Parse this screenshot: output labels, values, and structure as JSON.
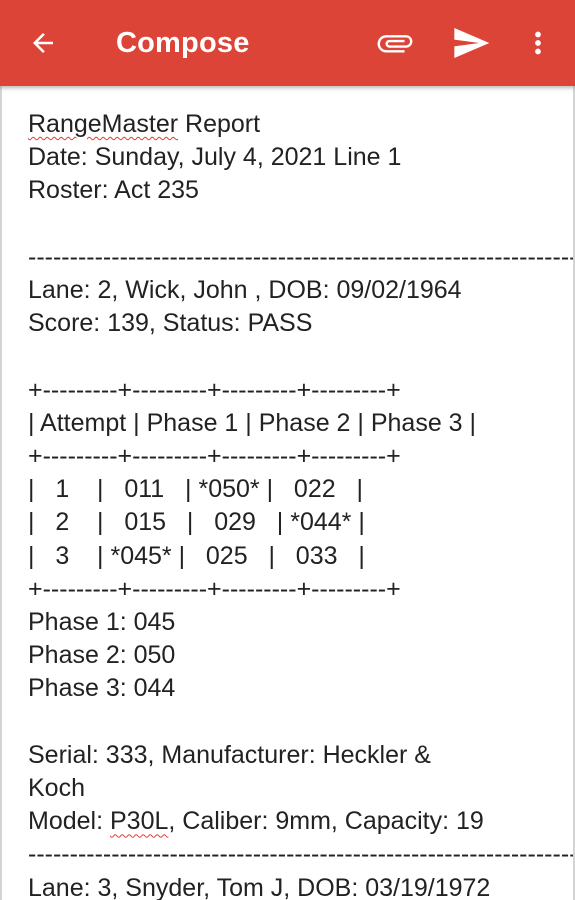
{
  "app": {
    "title": "Compose",
    "header_color": "#dc4438",
    "icons": {
      "back": "arrow-back-icon",
      "attach": "paperclip-icon",
      "send": "send-icon",
      "more": "more-vert-icon"
    }
  },
  "message": {
    "body_lines": [
      "RangeMaster Report",
      "Date: Sunday, July 4, 2021 Line 1",
      "Roster: Act 235",
      "",
      "------------------------------------------------------------------------------------------",
      "Lane: 2, Wick, John , DOB: 09/02/1964",
      "Score: 139, Status: PASS",
      "",
      "+---------+---------+---------+---------+",
      "| Attempt | Phase 1 | Phase 2 | Phase 3 |",
      "+---------+---------+---------+---------+",
      "|   1    |   011   | *050* |   022   |",
      "|   2    |   015   |   029   | *044* |",
      "|   3    | *045* |   025   |   033   |",
      "+---------+---------+---------+---------+",
      "Phase 1: 045",
      "Phase 2: 050",
      "Phase 3: 044",
      "",
      "Serial: 333, Manufacturer: Heckler &",
      "Koch",
      "Model: P30L, Caliber: 9mm, Capacity: 19",
      "------------------------------------------------------------------------------------------",
      "Lane: 3, Snyder, Tom J, DOB: 03/19/1972"
    ],
    "flagged_words": [
      "RangeMaster",
      "P30L"
    ]
  }
}
